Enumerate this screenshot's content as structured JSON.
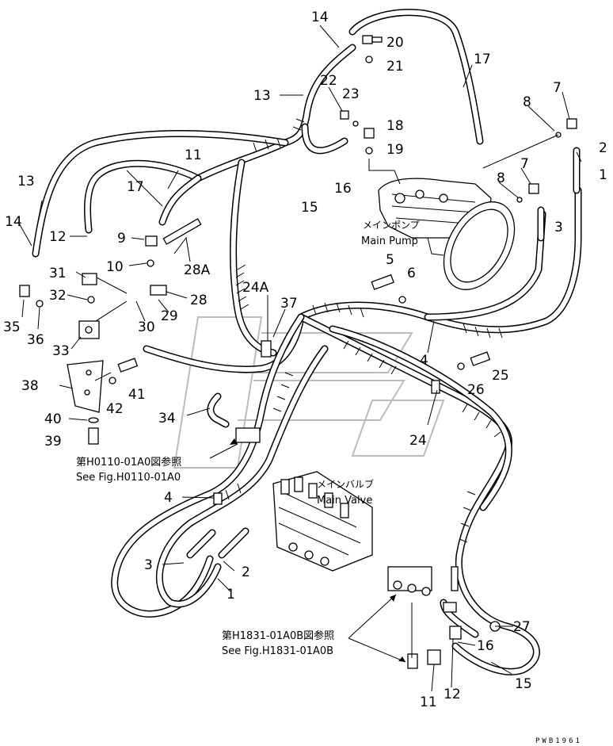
{
  "diagram": {
    "callouts": [
      {
        "id": "c14a",
        "text": "14"
      },
      {
        "id": "c20",
        "text": "20"
      },
      {
        "id": "c17a",
        "text": "17"
      },
      {
        "id": "c21",
        "text": "21"
      },
      {
        "id": "c22",
        "text": "22"
      },
      {
        "id": "c23",
        "text": "23"
      },
      {
        "id": "c13a",
        "text": "13"
      },
      {
        "id": "c18",
        "text": "18"
      },
      {
        "id": "c19",
        "text": "19"
      },
      {
        "id": "c7a",
        "text": "7"
      },
      {
        "id": "c8a",
        "text": "8"
      },
      {
        "id": "c2a",
        "text": "2"
      },
      {
        "id": "c1a",
        "text": "1"
      },
      {
        "id": "c11a",
        "text": "11"
      },
      {
        "id": "c7b",
        "text": "7"
      },
      {
        "id": "c8b",
        "text": "8"
      },
      {
        "id": "c13b",
        "text": "13"
      },
      {
        "id": "c17b",
        "text": "17"
      },
      {
        "id": "c16a",
        "text": "16"
      },
      {
        "id": "c15a",
        "text": "15"
      },
      {
        "id": "c3a",
        "text": "3"
      },
      {
        "id": "c14b",
        "text": "14"
      },
      {
        "id": "c12a",
        "text": "12"
      },
      {
        "id": "c9",
        "text": "9"
      },
      {
        "id": "c10",
        "text": "10"
      },
      {
        "id": "c28a",
        "text": "28A"
      },
      {
        "id": "c5",
        "text": "5"
      },
      {
        "id": "c6",
        "text": "6"
      },
      {
        "id": "c31",
        "text": "31"
      },
      {
        "id": "c32",
        "text": "32"
      },
      {
        "id": "c35",
        "text": "35"
      },
      {
        "id": "c36",
        "text": "36"
      },
      {
        "id": "c24a",
        "text": "24A"
      },
      {
        "id": "c37",
        "text": "37"
      },
      {
        "id": "c28",
        "text": "28"
      },
      {
        "id": "c29",
        "text": "29"
      },
      {
        "id": "c30",
        "text": "30"
      },
      {
        "id": "c33",
        "text": "33"
      },
      {
        "id": "c4a",
        "text": "4"
      },
      {
        "id": "c25",
        "text": "25"
      },
      {
        "id": "c26",
        "text": "26"
      },
      {
        "id": "c38",
        "text": "38"
      },
      {
        "id": "c41",
        "text": "41"
      },
      {
        "id": "c42",
        "text": "42"
      },
      {
        "id": "c34",
        "text": "34"
      },
      {
        "id": "c40",
        "text": "40"
      },
      {
        "id": "c24b",
        "text": "24"
      },
      {
        "id": "c39",
        "text": "39"
      },
      {
        "id": "c4b",
        "text": "4"
      },
      {
        "id": "c3b",
        "text": "3"
      },
      {
        "id": "c2b",
        "text": "2"
      },
      {
        "id": "c1b",
        "text": "1"
      },
      {
        "id": "c27",
        "text": "27"
      },
      {
        "id": "c16b",
        "text": "16"
      },
      {
        "id": "c15b",
        "text": "15"
      },
      {
        "id": "c11b",
        "text": "11"
      },
      {
        "id": "c12b",
        "text": "12"
      }
    ],
    "main_pump": {
      "jp": "メインポンプ",
      "en": "Main Pump"
    },
    "main_valve": {
      "jp": "メインバルブ",
      "en": "Main Valve"
    },
    "ref_h0110": {
      "jp": "第H0110-01A0図参照",
      "en": "See Fig.H0110-01A0"
    },
    "ref_h1831": {
      "jp": "第H1831-01A0B図参照",
      "en": "See Fig.H1831-01A0B"
    },
    "drawing_code": "PWB1961"
  }
}
